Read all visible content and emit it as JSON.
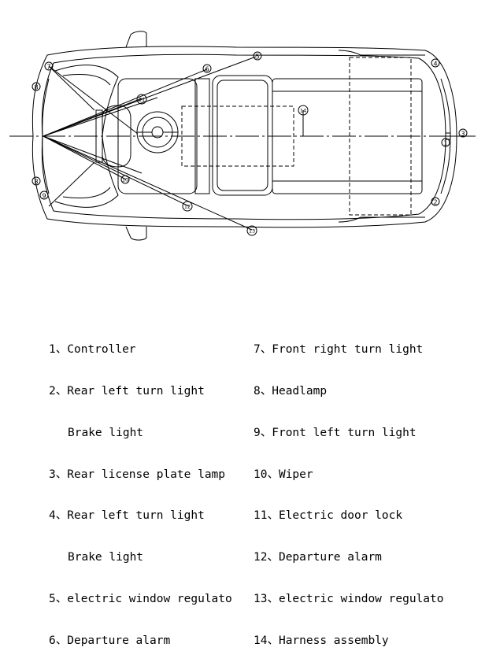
{
  "callouts": [
    "1",
    "2",
    "3",
    "4",
    "5",
    "6",
    "7",
    "8",
    "9",
    "10",
    "11",
    "12",
    "13",
    "14"
  ],
  "legend": {
    "left": [
      {
        "text": "1、Controller"
      },
      {
        "text": "2、Rear left turn light",
        "sub": "Brake light"
      },
      {
        "text": "3、Rear license plate lamp"
      },
      {
        "text": "4、Rear left turn light",
        "sub": "Brake light"
      },
      {
        "text": "5、electric window regulato"
      },
      {
        "text": "6、Departure alarm"
      }
    ],
    "right": [
      {
        "text": "7、Front right turn light"
      },
      {
        "text": "8、Headlamp"
      },
      {
        "text": "9、Front left turn light"
      },
      {
        "text": "10、Wiper"
      },
      {
        "text": "11、Electric door lock"
      },
      {
        "text": "12、Departure alarm"
      },
      {
        "text": "13、electric window regulato"
      },
      {
        "text": "14、Harness assembly"
      }
    ]
  }
}
